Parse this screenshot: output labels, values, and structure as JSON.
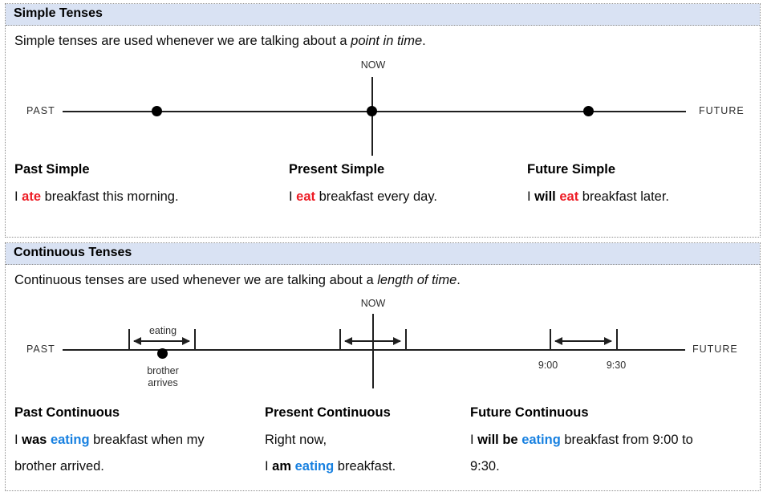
{
  "colors": {
    "header_bg": "#d9e2f3",
    "border_dotted": "#8f8f8f",
    "highlight_red": "#ed1b24",
    "highlight_blue": "#1780e0"
  },
  "sections": [
    {
      "title": "Simple Tenses",
      "intro": {
        "pre": "Simple tenses are used whenever we are talking about a ",
        "italic": "point in time",
        "post": "."
      },
      "timeline": {
        "past": "PAST",
        "now": "NOW",
        "future": "FUTURE"
      },
      "columns": [
        {
          "heading": "Past Simple",
          "seg": {
            "a": "I ",
            "b": "ate",
            "c": " breakfast this morning."
          }
        },
        {
          "heading": "Present Simple",
          "seg": {
            "a": "I ",
            "b": "eat",
            "c": " breakfast every day."
          }
        },
        {
          "heading": "Future Simple",
          "seg": {
            "a": "I ",
            "b": "will ",
            "c": "eat",
            "d": " breakfast later."
          }
        }
      ]
    },
    {
      "title": "Continuous Tenses",
      "intro": {
        "pre": "Continuous tenses are used whenever we are talking about a ",
        "italic": "length of time",
        "post": "."
      },
      "timeline": {
        "past": "PAST",
        "now": "NOW",
        "future": "FUTURE",
        "eating": "eating",
        "brother_line1": "brother",
        "brother_line2": "arrives",
        "t1": "9:00",
        "t2": "9:30"
      },
      "columns": [
        {
          "heading": "Past Continuous",
          "l1": {
            "a": "I ",
            "b": "was ",
            "c": "eating",
            "d": " breakfast when my"
          },
          "l2": "brother arrived."
        },
        {
          "heading": "Present Continuous",
          "l1": {
            "plain": "Right now,"
          },
          "l2seg": {
            "a": "I ",
            "b": "am ",
            "c": "eating",
            "d": " breakfast."
          }
        },
        {
          "heading": "Future Continuous",
          "l1": {
            "a": "I ",
            "b": "will be ",
            "c": "eating",
            "d": " breakfast from 9:00 to"
          },
          "l2": "9:30."
        }
      ]
    }
  ]
}
